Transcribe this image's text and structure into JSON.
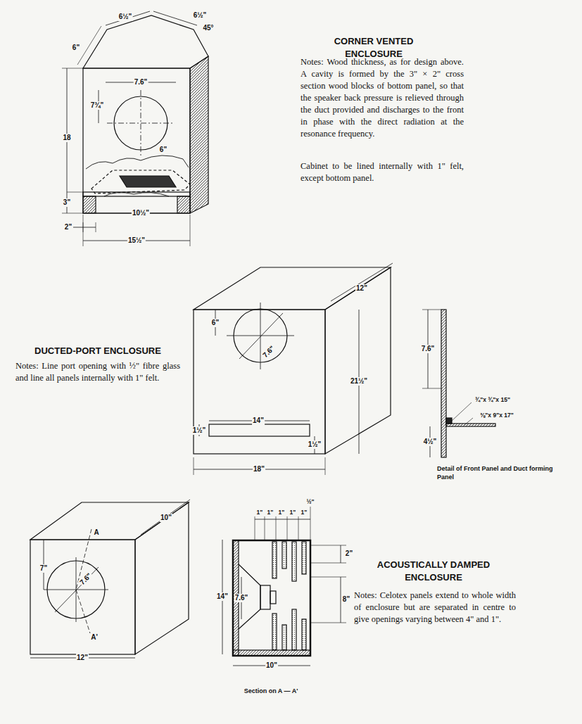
{
  "diagram": {
    "labels": [
      "6½\"",
      "6½\"",
      "45°",
      "6\"",
      "7.6\"",
      "7¾\"",
      "18",
      "6\"",
      "3\"",
      "2\"",
      "10½\"",
      "15½\"",
      "CORNER VENTED ENCLOSURE",
      "Notes: Wood thickness, as for design above. A cavity is formed by the 3\" × 2\" cross section wood blocks of bottom panel, so that the speaker back pressure is relieved through the duct provided and discharges to the front in phase with the direct radiation at the resonance frequency.",
      "Cabinet to be lined internally with 1\" felt, except bottom panel.",
      "DUCTED-PORT ENCLOSURE",
      "Notes: Line port opening with ½\" fibre glass and line all panels internally with 1\" felt.",
      "12\"",
      "6\"",
      "7.6\"",
      "21½\"",
      "7.6\"",
      "14\"",
      "1½\"",
      "1½\"",
      "18\"",
      "¾\"x ¾\"x 15\"",
      "⅜\"x 9\"x 17\"",
      "4½\"",
      "Detail of Front Panel and Duct forming Panel",
      "A",
      "A'",
      "10\"",
      "7\"",
      "7.6\"",
      "14\"",
      "7.6\"",
      "12\"",
      "½\"",
      "1\"",
      "1\"",
      "1\"",
      "1\"",
      "1\"",
      "2\"",
      "8\"",
      "10\"",
      "Section on A — A'",
      "ACOUSTICALLY DAMPED ENCLOSURE",
      "Notes: Celotex panels extend to whole width of enclosure but are separated in centre to give openings varying between 4\" and 1\"."
    ]
  }
}
